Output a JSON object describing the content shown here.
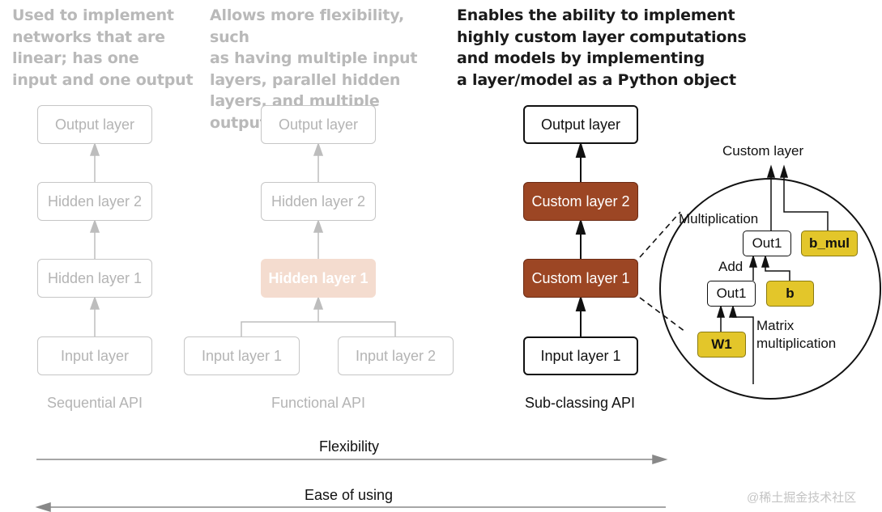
{
  "captions": {
    "sequential": "Used to implement\nnetworks that are\nlinear; has one\ninput and one output",
    "functional": "Allows more flexibility, such\nas having multiple input\nlayers, parallel hidden\nlayers, and multiple outputs",
    "subclassing": "Enables the ability to implement\nhighly custom layer computations\nand models by implementing\na layer/model as a Python object"
  },
  "sequential": {
    "output": "Output layer",
    "hidden2": "Hidden layer 2",
    "hidden1": "Hidden layer 1",
    "input": "Input layer",
    "api_label": "Sequential API"
  },
  "functional": {
    "output": "Output layer",
    "hidden2": "Hidden layer 2",
    "hidden1": "Hidden layer 1",
    "input1": "Input layer 1",
    "input2": "Input layer 2",
    "api_label": "Functional API"
  },
  "subclassing": {
    "output": "Output layer",
    "custom2": "Custom layer 2",
    "custom1": "Custom layer 1",
    "input1": "Input layer 1",
    "api_label": "Sub-classing API"
  },
  "detail": {
    "title": "Custom layer",
    "multiplication": "Multiplication",
    "out1_top": "Out1",
    "b_mul": "b_mul",
    "add": "Add",
    "out1_bottom": "Out1",
    "b": "b",
    "w1": "W1",
    "matrix": "Matrix",
    "matrix_mult": "multiplication"
  },
  "axes": {
    "flexibility": "Flexibility",
    "ease": "Ease of using"
  },
  "watermark": "@稀土掘金技术社区",
  "colors": {
    "gray_box_border": "#c6c6c6",
    "gray_text": "#b4b4b4",
    "custom_layer_fill": "#9c4624",
    "faded_hidden_fill": "#f4dccf",
    "param_fill": "#e3c62a"
  }
}
